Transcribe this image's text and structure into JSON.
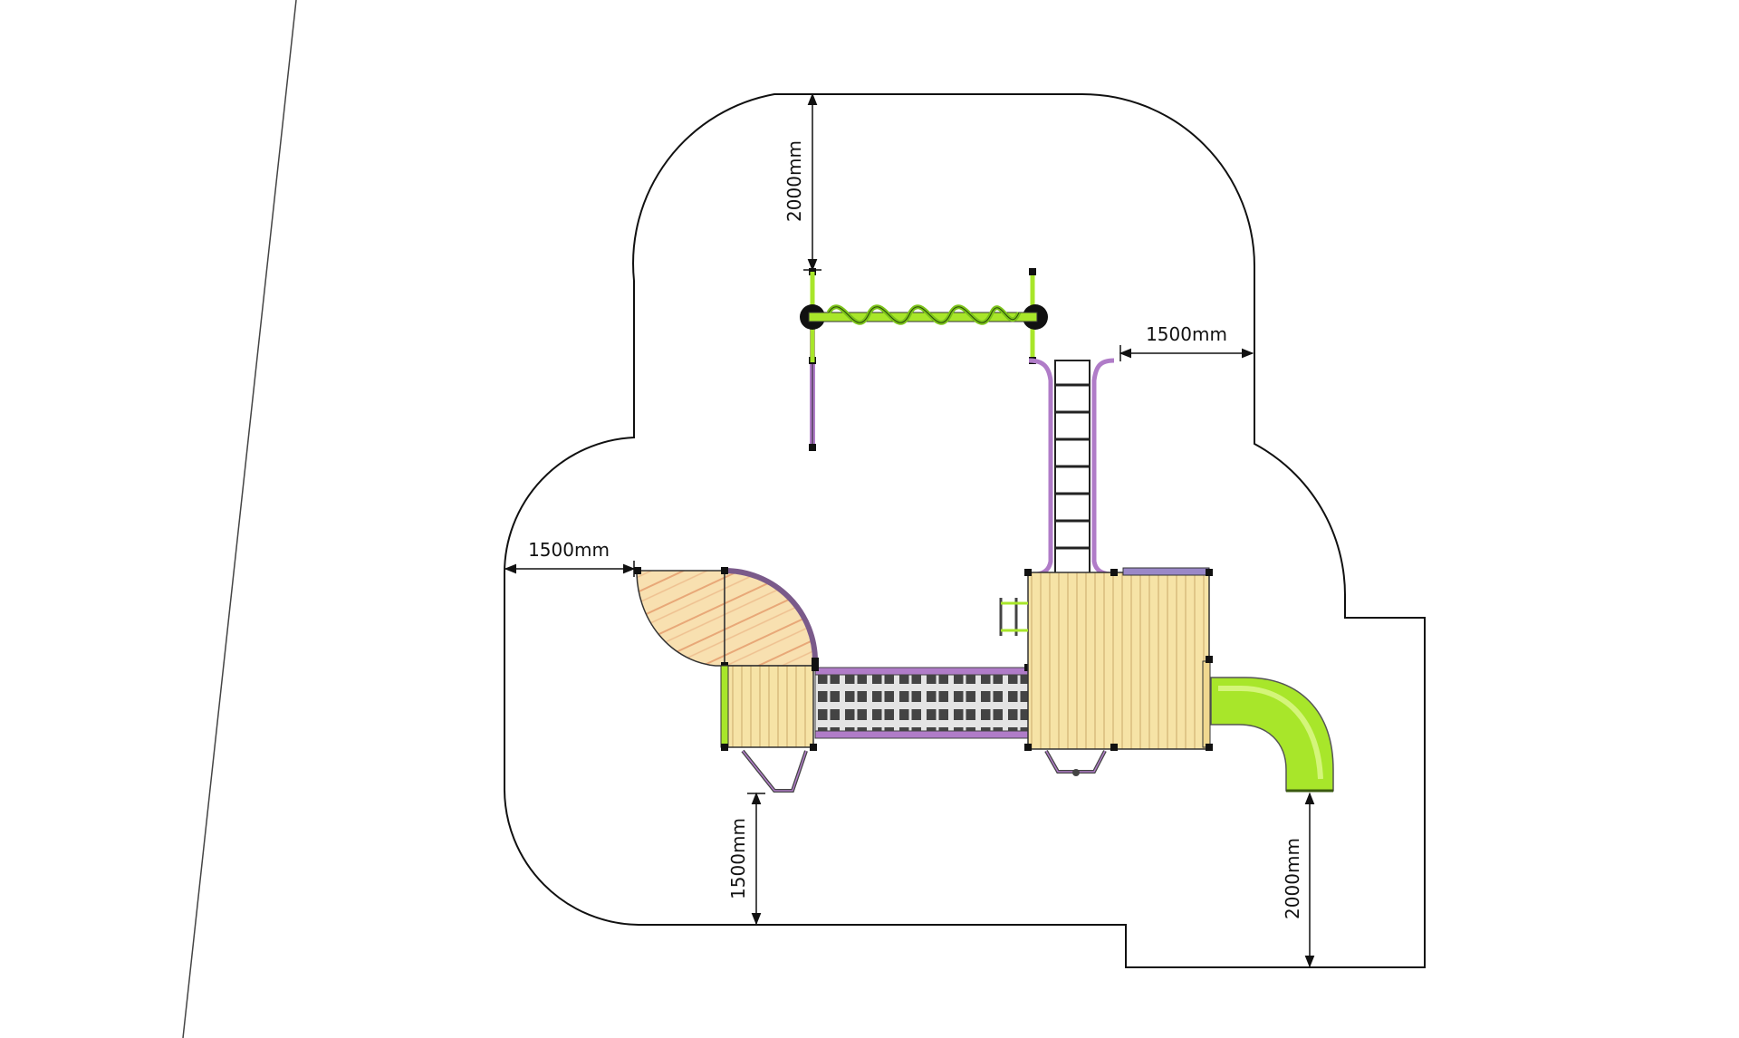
{
  "dimensions": {
    "top_clearance": "2000mm",
    "right_clearance": "1500mm",
    "left_clearance": "1500mm",
    "bottom_left_clearance": "1500mm",
    "bottom_right_clearance": "2000mm"
  },
  "colors": {
    "outline": "#111111",
    "deck_wood": "#f3dc9a",
    "slide_green": "#a8e62a",
    "frame_purple": "#b07cc8",
    "post_black": "#111111",
    "bridge_grey": "#555555",
    "swing_stripe": "#e8a868"
  },
  "icons": {
    "dimension_arrow": "arrow-head",
    "post": "square-post"
  }
}
